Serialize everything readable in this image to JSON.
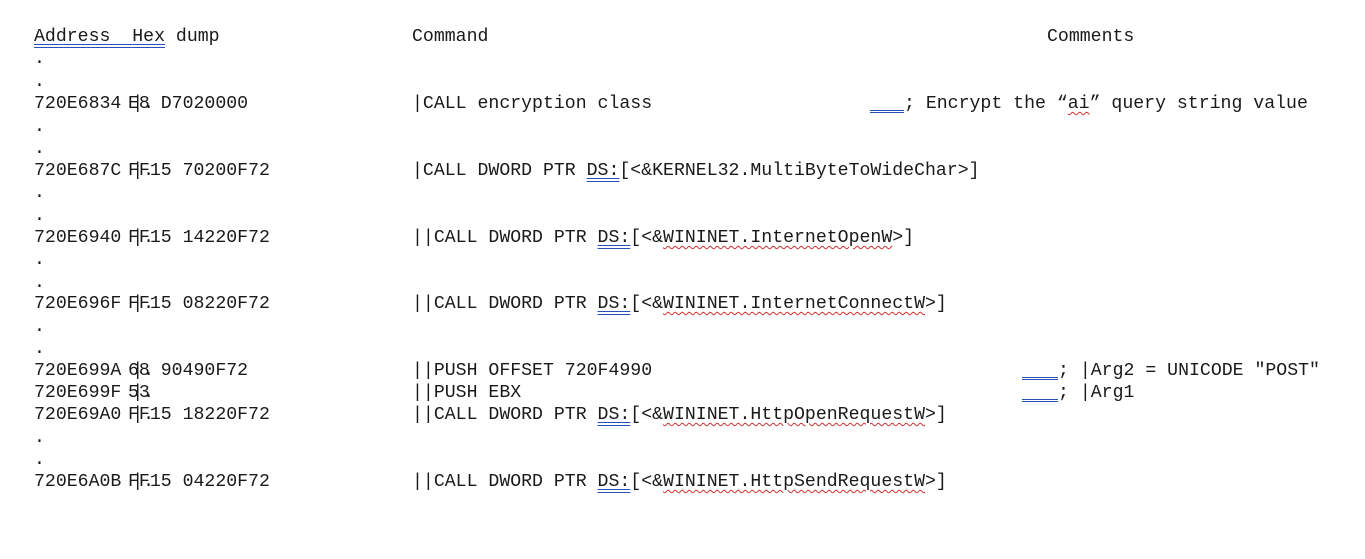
{
  "header": {
    "address": "Address",
    "hex": "Hex",
    "dump": "dump",
    "command": "Command",
    "comments": "Comments"
  },
  "dot": ".",
  "rows": [
    {
      "address": "720E6834",
      "sep": "|.",
      "hex": "E8 D7020000",
      "cmd_prefix": "|CALL encryption class",
      "comment_semicolon": ";",
      "comment_pre": "Encrypt the “",
      "comment_word": "ai",
      "comment_post": "” query string value"
    },
    {
      "address": "720E687C",
      "sep": "|.",
      "hex": "FF15 70200F72",
      "cmd_prefix": "|CALL DWORD PTR ",
      "cmd_ds": "DS:",
      "cmd_rest": "[<&KERNEL32.MultiByteToWideChar>]"
    },
    {
      "address": "720E6940",
      "sep": "|.",
      "hex": "FF15 14220F72",
      "cmd_prefix": "||CALL DWORD PTR ",
      "cmd_ds": "DS:",
      "cmd_bracket": "[<&",
      "cmd_api": "WININET.InternetOpenW",
      "cmd_close": ">]"
    },
    {
      "address": "720E696F",
      "sep": "|.",
      "hex": "FF15 08220F72",
      "cmd_prefix": "||CALL DWORD PTR ",
      "cmd_ds": "DS:",
      "cmd_bracket": "[<&",
      "cmd_api": "WININET.InternetConnectW",
      "cmd_close": ">]"
    },
    {
      "address": "720E699A",
      "sep": "|.",
      "hex": "68 90490F72",
      "cmd": "||PUSH OFFSET 720F4990",
      "comment_semicolon": ";",
      "comment": "|Arg2 = UNICODE \"POST\""
    },
    {
      "address": "720E699F",
      "sep": "|.",
      "hex": "53",
      "cmd": "||PUSH EBX",
      "comment_semicolon": ";",
      "comment": "|Arg1"
    },
    {
      "address": "720E69A0",
      "sep": "|.",
      "hex": "FF15 18220F72",
      "cmd_prefix": "||CALL DWORD PTR ",
      "cmd_ds": "DS:",
      "cmd_bracket": "[<&",
      "cmd_api": "WININET.HttpOpenRequestW",
      "cmd_close": ">]"
    },
    {
      "address": "720E6A0B",
      "sep": "|.",
      "hex": "FF15 04220F72",
      "cmd_prefix": "||CALL DWORD PTR ",
      "cmd_ds": "DS:",
      "cmd_bracket": "[<&",
      "cmd_api": "WININET.HttpSendRequestW",
      "cmd_close": ">]"
    }
  ]
}
